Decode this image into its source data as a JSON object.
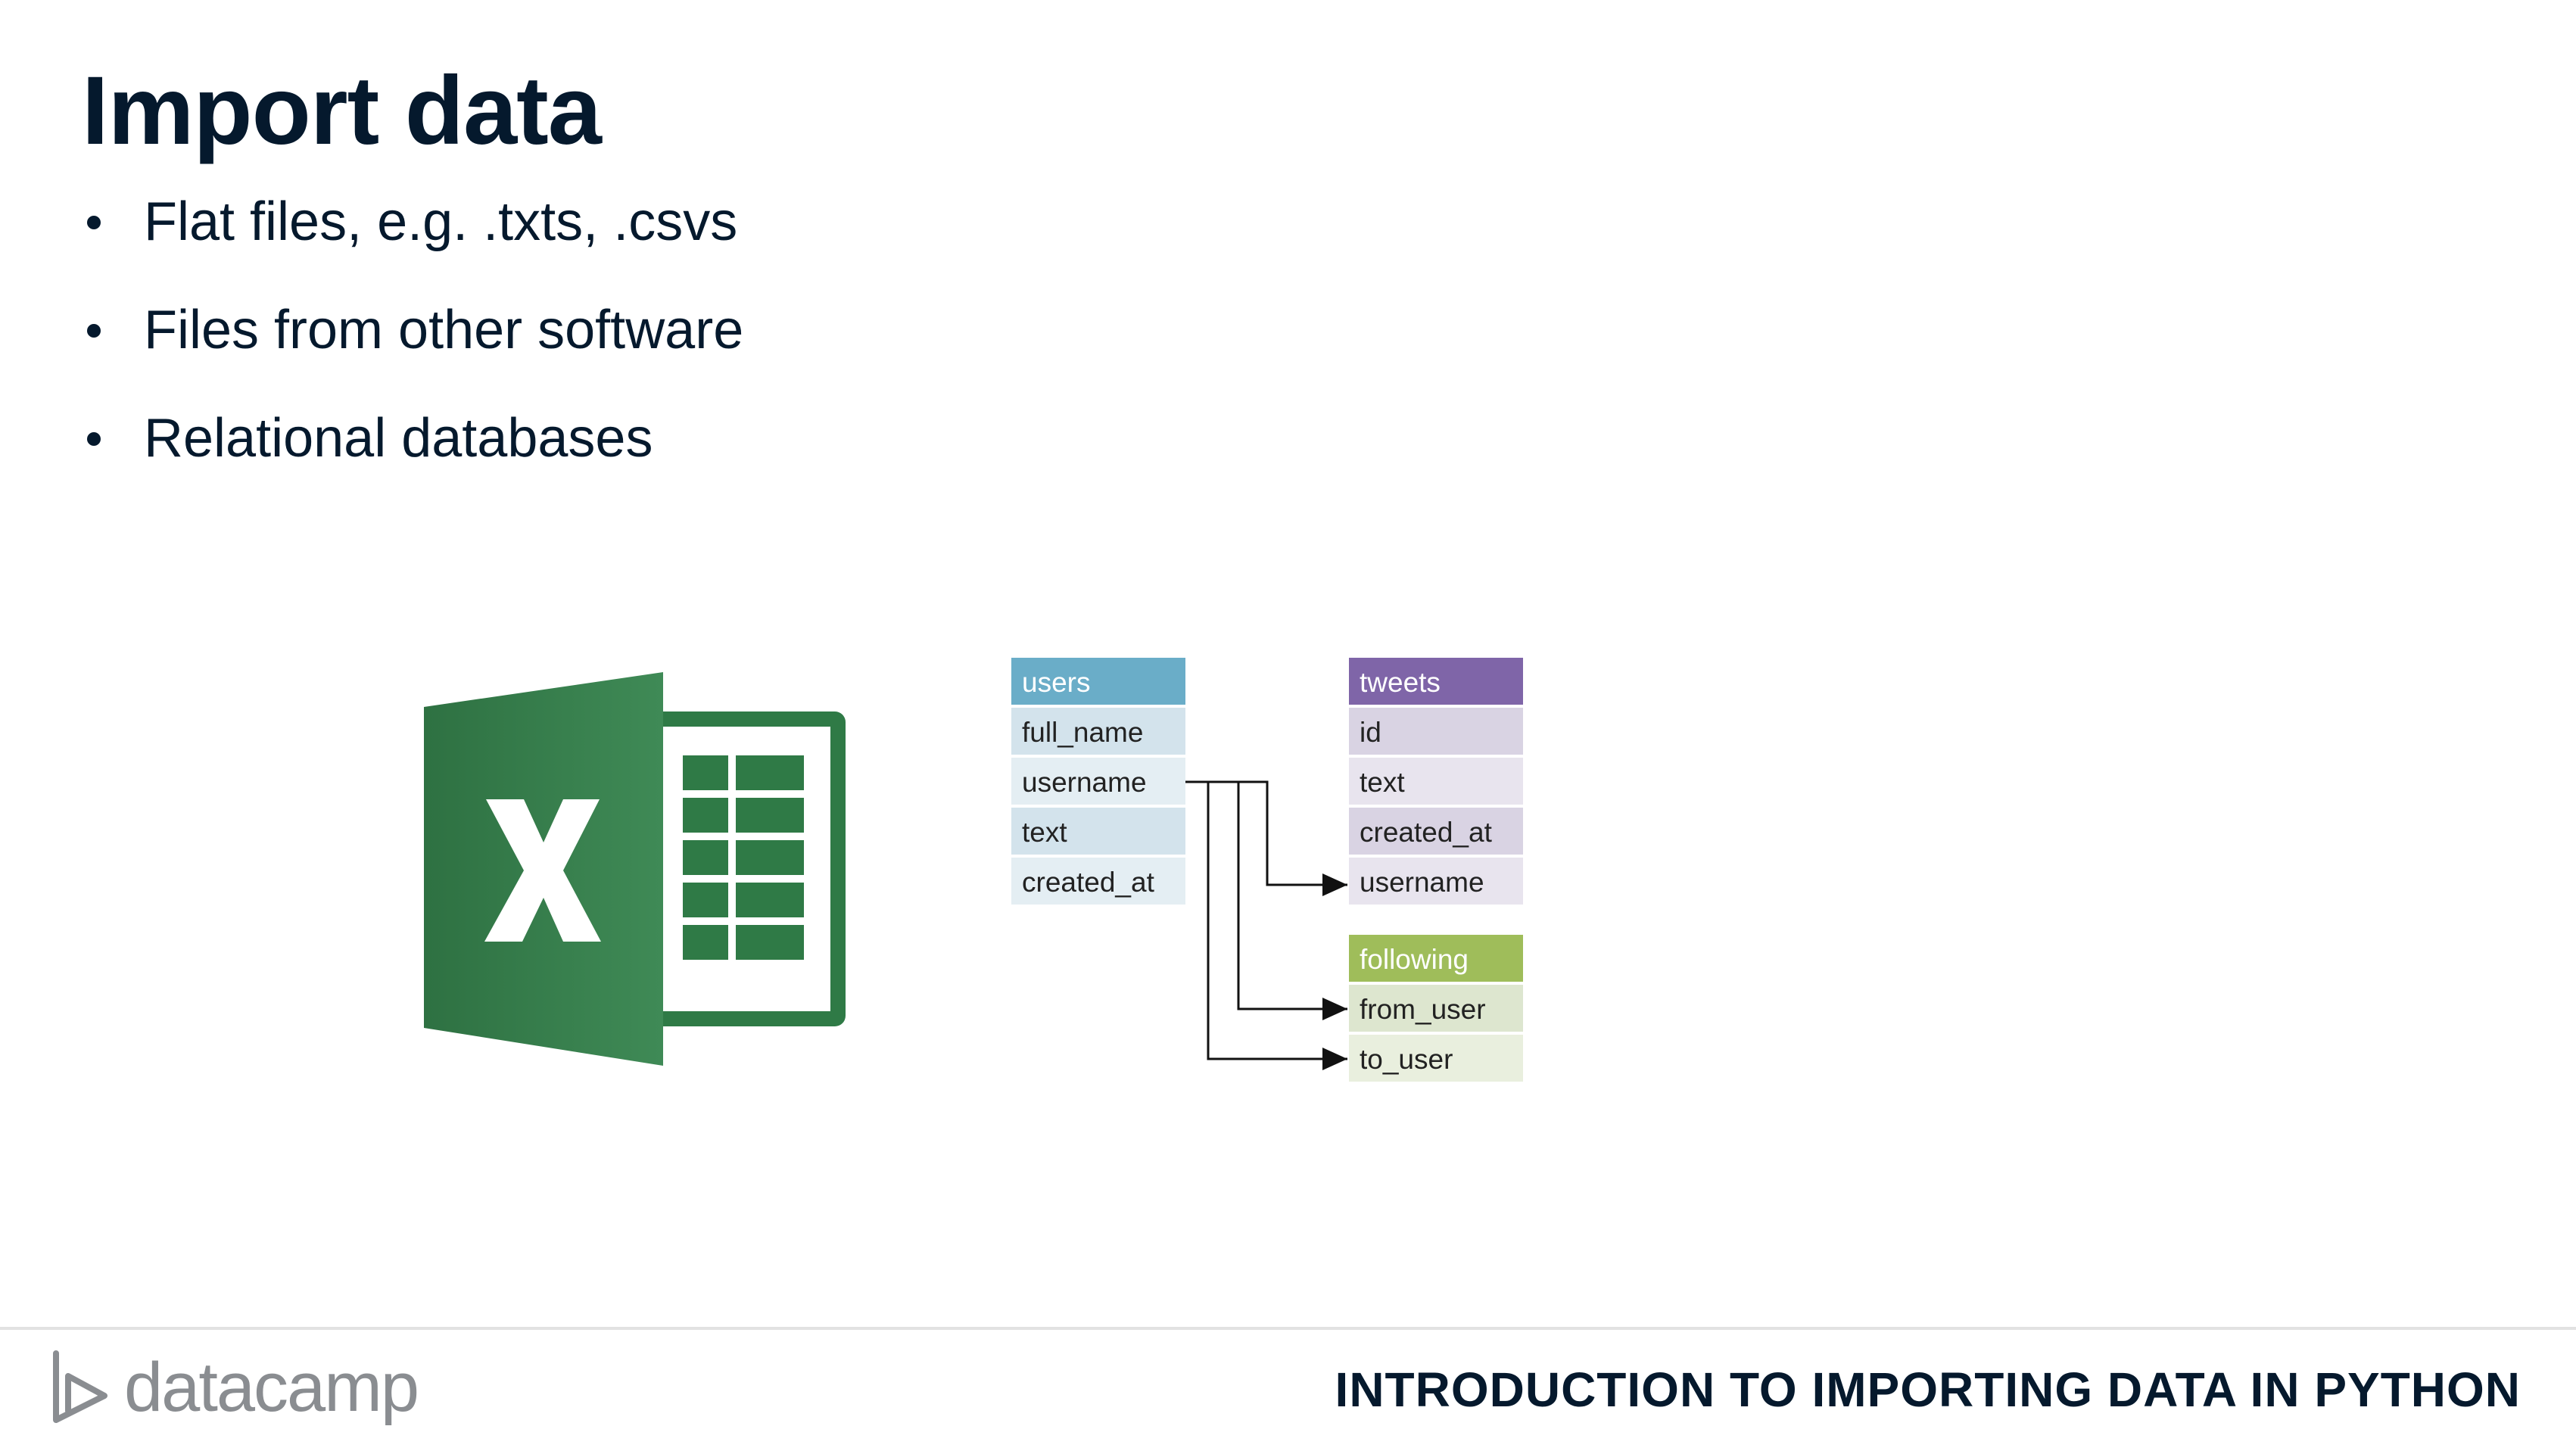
{
  "slide": {
    "title": "Import data",
    "bullets": [
      "Flat files, e.g. .txts, .csvs",
      "Files from other software",
      "Relational databases"
    ]
  },
  "schema": {
    "tables": [
      {
        "name": "users",
        "header_color": "#6aadc8",
        "row_color": "#d3e3ec",
        "row_color_alt": "#e4eef3",
        "fields": [
          "full_name",
          "username",
          "text",
          "created_at"
        ]
      },
      {
        "name": "tweets",
        "header_color": "#7f65a8",
        "row_color": "#d9d3e3",
        "row_color_alt": "#e8e4ee",
        "fields": [
          "id",
          "text",
          "created_at",
          "username"
        ]
      },
      {
        "name": "following",
        "header_color": "#9fbd5a",
        "row_color": "#dde6cf",
        "row_color_alt": "#e9efde",
        "fields": [
          "from_user",
          "to_user"
        ]
      }
    ]
  },
  "footer": {
    "brand": "datacamp",
    "course_title": "INTRODUCTION TO IMPORTING DATA IN PYTHON"
  },
  "icons": {
    "excel": "excel-logo-icon",
    "brand": "datacamp-logo-icon"
  },
  "colors": {
    "text": "#05192d",
    "excel_green": "#217346",
    "brand_gray": "#8a8d91"
  }
}
